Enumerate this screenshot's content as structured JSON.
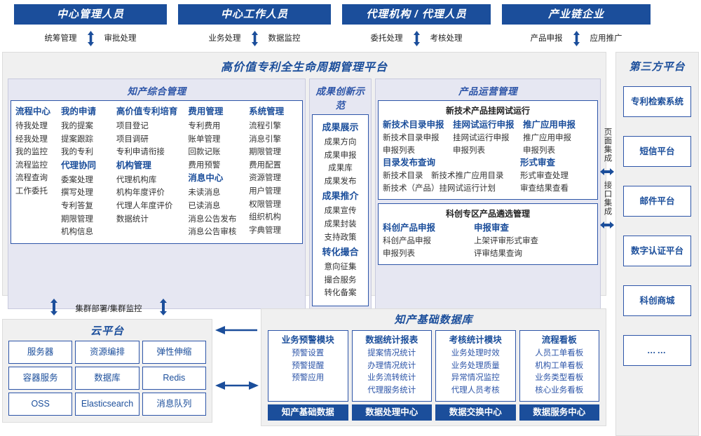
{
  "roles": [
    {
      "title": "中心管理人员",
      "left": "统筹管理",
      "right": "审批处理"
    },
    {
      "title": "中心工作人员",
      "left": "业务处理",
      "right": "数据监控"
    },
    {
      "title": "代理机构 / 代理人员",
      "left": "委托处理",
      "right": "考核处理"
    },
    {
      "title": "产业链企业",
      "left": "产品申报",
      "right": "应用推广"
    }
  ],
  "platform": {
    "title": "高价值专利全生命周期管理平台",
    "zone_a": {
      "title": "知产综合管理",
      "columns": [
        {
          "groups": [
            {
              "head": "流程中心",
              "items": [
                "待我处理",
                "经我处理",
                "我的监控",
                "流程监控",
                "流程查询",
                "工作委托"
              ]
            }
          ]
        },
        {
          "groups": [
            {
              "head": "我的申请",
              "items": [
                "我的提案",
                "提案跟踪",
                "我的专利"
              ]
            },
            {
              "head": "代理协同",
              "items": [
                "委案处理",
                "撰写处理",
                "专利答复",
                "期限管理",
                "机构信息"
              ]
            }
          ]
        },
        {
          "groups": [
            {
              "head": "高价值专利培育",
              "items": [
                "项目登记",
                "项目调研",
                "专利申请衔接"
              ]
            },
            {
              "head": "机构管理",
              "items": [
                "代理机构库",
                "机构年度评价",
                "代理人年度评价",
                "数据统计"
              ]
            }
          ]
        },
        {
          "groups": [
            {
              "head": "费用管理",
              "items": [
                "专利费用",
                "账单管理",
                "回款记账",
                "费用预警"
              ]
            },
            {
              "head": "消息中心",
              "items": [
                "未读消息",
                "已读消息",
                "消息公告发布",
                "消息公告审核"
              ]
            }
          ]
        },
        {
          "groups": [
            {
              "head": "系统管理",
              "items": [
                "流程引擎",
                "消息引擎",
                "期限管理",
                "费用配置",
                "资源管理",
                "用户管理",
                "权限管理",
                "组织机构",
                "字典管理"
              ]
            }
          ]
        }
      ]
    },
    "zone_b": {
      "title": "成果创新示范",
      "groups": [
        {
          "head": "成果展示",
          "items": [
            "成果方向",
            "成果申报",
            "成果库",
            "成果发布"
          ]
        },
        {
          "head": "成果推介",
          "items": [
            "成果宣传",
            "成果封装",
            "支持政策"
          ]
        },
        {
          "head": "转化撮合",
          "items": [
            "意向征集",
            "撮合服务",
            "转化备案"
          ]
        }
      ]
    },
    "zone_c": {
      "title": "产品运营管理",
      "panels": [
        {
          "head": "新技术产品挂网试运行",
          "rows": [
            {
              "groups": [
                {
                  "head": "新技术目录申报",
                  "items": [
                    "新技术目录申报",
                    "申报列表"
                  ]
                },
                {
                  "head": "挂网试运行申报",
                  "items": [
                    "挂网试运行申报",
                    "申报列表"
                  ]
                },
                {
                  "head": "推广应用申报",
                  "items": [
                    "推广应用申报",
                    "申报列表"
                  ]
                }
              ]
            },
            {
              "groups": [
                {
                  "head": "目录发布查询",
                  "items": [
                    "新技术目录",
                    "新技术推广应用目录",
                    "新技术（产品）挂网试运行计划"
                  ]
                },
                {
                  "head": "形式审查",
                  "items": [
                    "形式审查处理",
                    "审查结果查看"
                  ]
                }
              ]
            }
          ]
        },
        {
          "head": "科创专区产品遴选管理",
          "rows": [
            {
              "groups": [
                {
                  "head": "科创产品申报",
                  "items": [
                    "科创产品申报",
                    "申报列表"
                  ]
                },
                {
                  "head": "申报审查",
                  "items": [
                    "上架评审形式审查",
                    "评审结果查询"
                  ]
                }
              ]
            }
          ]
        }
      ]
    }
  },
  "integration": {
    "page": "页面集成",
    "api": "接口集成"
  },
  "third_party": {
    "title": "第三方平台",
    "items": [
      "专利检索系统",
      "短信平台",
      "邮件平台",
      "数字认证平台",
      "科创商城",
      "……"
    ]
  },
  "cluster_label": "集群部署/集群监控",
  "cloud": {
    "title": "云平台",
    "items": [
      "服务器",
      "资源编排",
      "弹性伸缩",
      "容器服务",
      "数据库",
      "Redis",
      "OSS",
      "Elasticsearch",
      "消息队列"
    ]
  },
  "database": {
    "title": "知产基础数据库",
    "columns": [
      {
        "head": "业务预警模块",
        "items": [
          "预警设置",
          "预警提醒",
          "预警应用"
        ],
        "foot": "知产基础数据"
      },
      {
        "head": "数据统计报表",
        "items": [
          "提案情况统计",
          "办理情况统计",
          "业务流转统计",
          "代理服务统计"
        ],
        "foot": "数据处理中心"
      },
      {
        "head": "考核统计模块",
        "items": [
          "业务处理时效",
          "业务处理质量",
          "异常情况监控",
          "代理人员考核"
        ],
        "foot": "数据交换中心"
      },
      {
        "head": "流程看板",
        "items": [
          "人员工单看板",
          "机构工单看板",
          "业务类型看板",
          "核心业务看板"
        ],
        "foot": "数据服务中心"
      }
    ]
  },
  "colors": {
    "brand": "#1b4e9b",
    "accent": "#2d55a8",
    "panel_bg": "#f0f0f0",
    "zone_bg": "#e6e7f2"
  }
}
